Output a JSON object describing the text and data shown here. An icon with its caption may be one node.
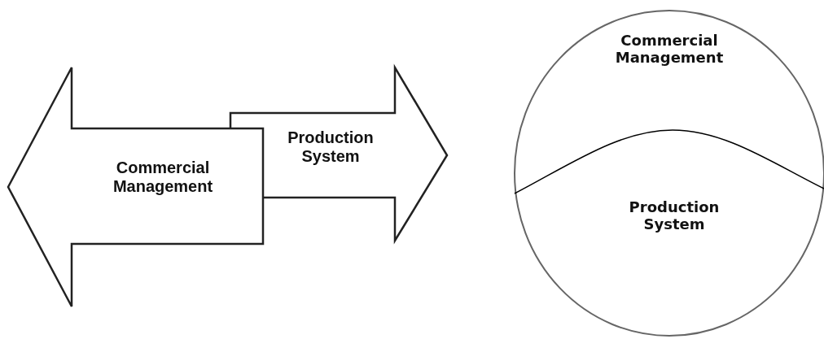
{
  "diagram": {
    "nodes": [
      {
        "text": [
          "Commercial Management"
        ]
      },
      {
        "text": [
          "Production System"
        ]
      },
      {
        "text": [],
        "shape": "circle"
      },
      {
        "text": [
          "Commercial Management"
        ],
        "in": 2
      },
      {
        "text": [
          "Production System"
        ],
        "in": 2
      }
    ]
  }
}
